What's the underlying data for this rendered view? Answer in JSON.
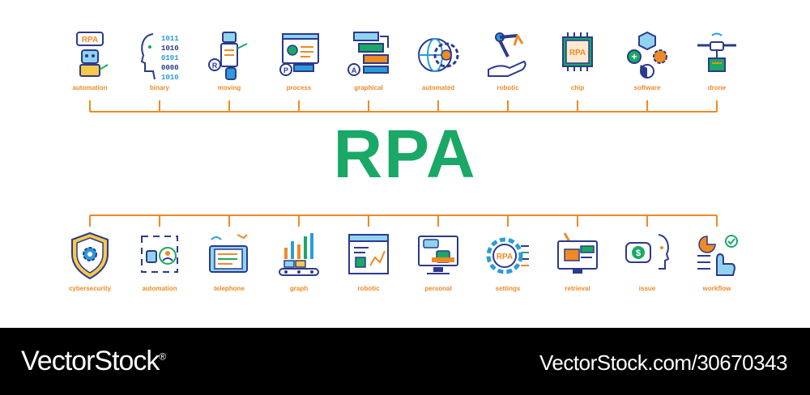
{
  "title": "RPA",
  "top_icons": [
    {
      "label": "automation",
      "icon": "robot-rpa-icon"
    },
    {
      "label": "binary",
      "icon": "head-binary-icon"
    },
    {
      "label": "moving",
      "icon": "robot-moving-icon"
    },
    {
      "label": "process",
      "icon": "monitor-process-icon"
    },
    {
      "label": "graphical",
      "icon": "graphical-blocks-icon"
    },
    {
      "label": "automated",
      "icon": "globe-gear-icon"
    },
    {
      "label": "robotic",
      "icon": "robotic-arm-icon"
    },
    {
      "label": "chip",
      "icon": "chip-icon"
    },
    {
      "label": "software",
      "icon": "software-cube-icon"
    },
    {
      "label": "drone",
      "icon": "drone-icon"
    }
  ],
  "bottom_icons": [
    {
      "label": "cybersecurity",
      "icon": "shield-gear-icon"
    },
    {
      "label": "automation",
      "icon": "automation-user-icon"
    },
    {
      "label": "telephone",
      "icon": "telephone-control-icon"
    },
    {
      "label": "graph",
      "icon": "graph-conveyor-icon"
    },
    {
      "label": "robotic",
      "icon": "robotic-browser-icon"
    },
    {
      "label": "personal",
      "icon": "personal-monitor-icon"
    },
    {
      "label": "settings",
      "icon": "settings-rpa-icon"
    },
    {
      "label": "retrieval",
      "icon": "retrieval-monitor-icon"
    },
    {
      "label": "issue",
      "icon": "issue-head-icon"
    },
    {
      "label": "workflow",
      "icon": "workflow-hand-icon"
    }
  ],
  "footer": {
    "brand": "VectorStock",
    "brand_mark": "®",
    "url": "VectorStock.com/30670343"
  },
  "colors": {
    "title": "#1aa866",
    "label": "#f08a24",
    "connector": "#f08a24",
    "outline": "#2b3a8c",
    "footer_bg": "#000000"
  }
}
